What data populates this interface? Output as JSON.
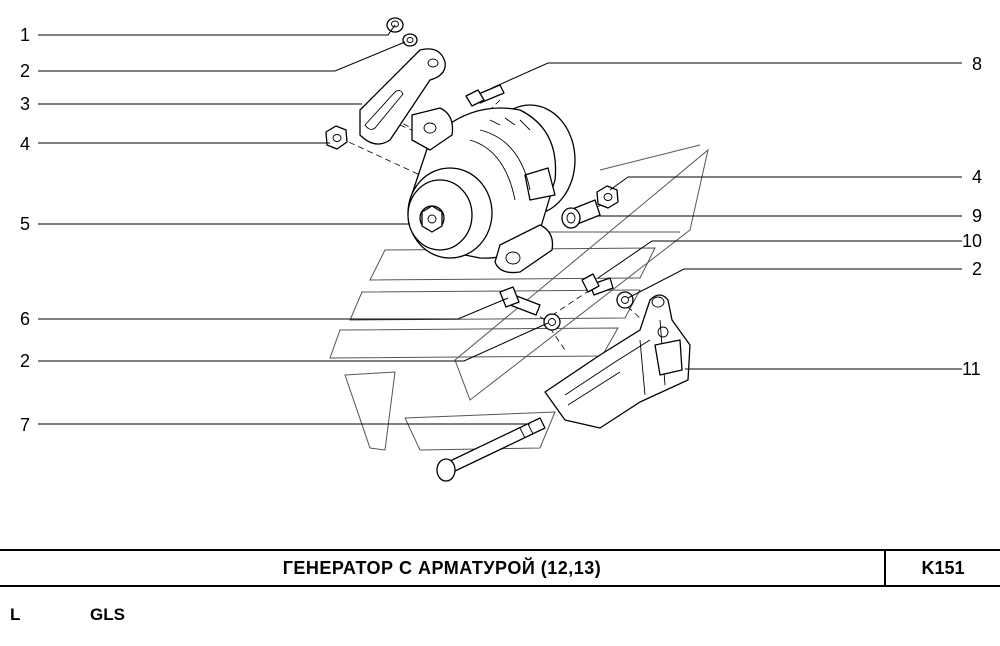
{
  "callouts_left": [
    "1",
    "2",
    "3",
    "4",
    "5",
    "6",
    "2",
    "7"
  ],
  "callouts_right": [
    "8",
    "4",
    "9",
    "10",
    "2",
    "11"
  ],
  "title": "ГЕНЕРАТОР  С  АРМАТУРОЙ (12,13)",
  "code": "K151",
  "footer": {
    "left": "L",
    "right": "GLS"
  }
}
